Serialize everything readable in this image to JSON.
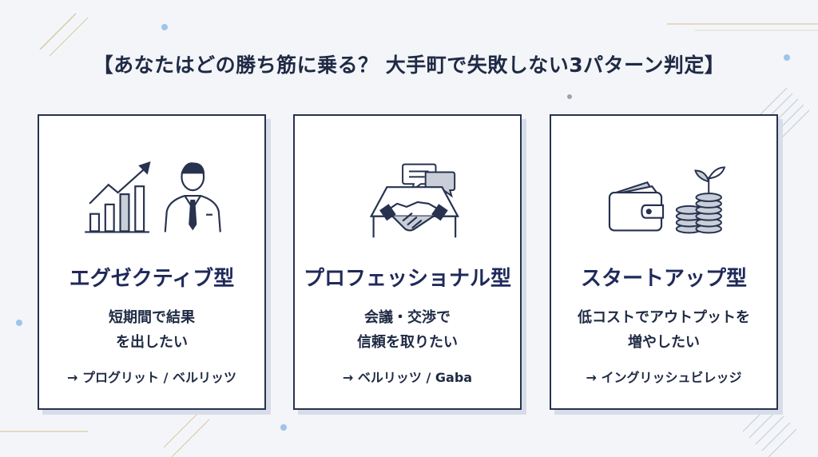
{
  "title": "【あなたはどの勝ち筋に乗る？ 大手町で失敗しない3パターン判定】",
  "cards": [
    {
      "title": "エグゼクティブ型",
      "desc_line1": "短期間で結果",
      "desc_line2": "を出したい",
      "recommend": "→ プログリット / ベルリッツ",
      "icons": [
        "growth-chart-icon",
        "businessman-icon"
      ]
    },
    {
      "title": "プロフェッショナル型",
      "desc_line1": "会議・交渉で",
      "desc_line2": "信頼を取りたい",
      "recommend": "→ ベルリッツ / Gaba",
      "icons": [
        "speech-bubbles-icon",
        "handshake-table-icon"
      ]
    },
    {
      "title": "スタートアップ型",
      "desc_line1": "低コストでアウトプットを",
      "desc_line2": "増やしたい",
      "recommend": "→ イングリッシュビレッジ",
      "icons": [
        "wallet-icon",
        "coins-sprout-icon"
      ]
    }
  ],
  "colors": {
    "background": "#f3f5f9",
    "navy": "#27324f",
    "accent_gray": "#c9cfd8",
    "gold_line": "#d8c9a3",
    "dot_blue": "#9fc4ea"
  }
}
